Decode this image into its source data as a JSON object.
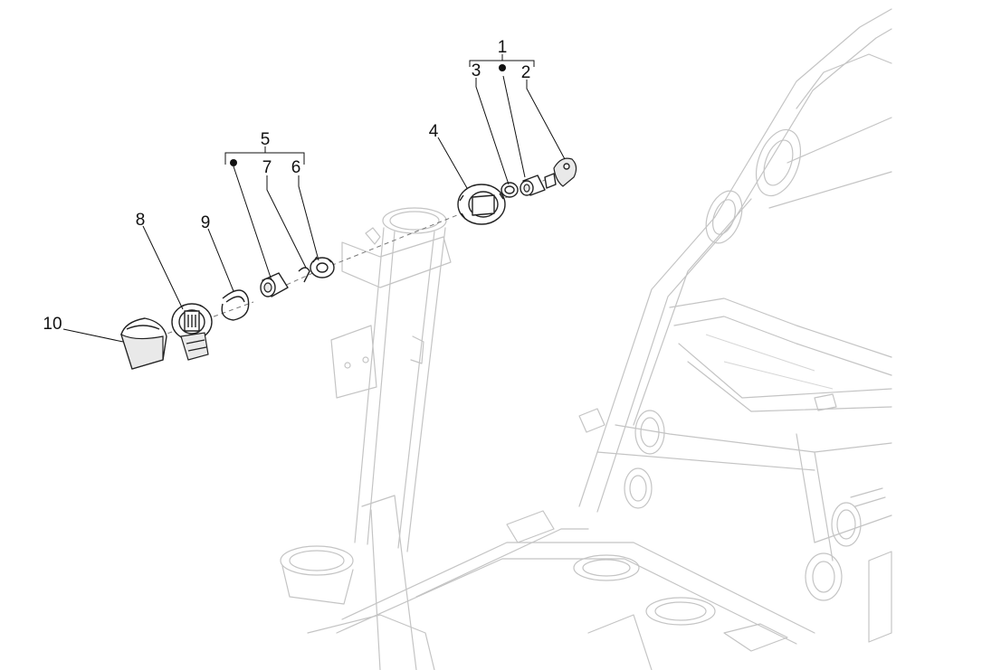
{
  "callouts": {
    "c1": "1",
    "c2": "2",
    "c3": "3",
    "c4": "4",
    "c5": "5",
    "c6": "6",
    "c7": "7",
    "c8": "8",
    "c9": "9",
    "c10": "10"
  },
  "colors": {
    "frame": "#c4c4c4",
    "parts": "#222222",
    "text": "#111111"
  }
}
